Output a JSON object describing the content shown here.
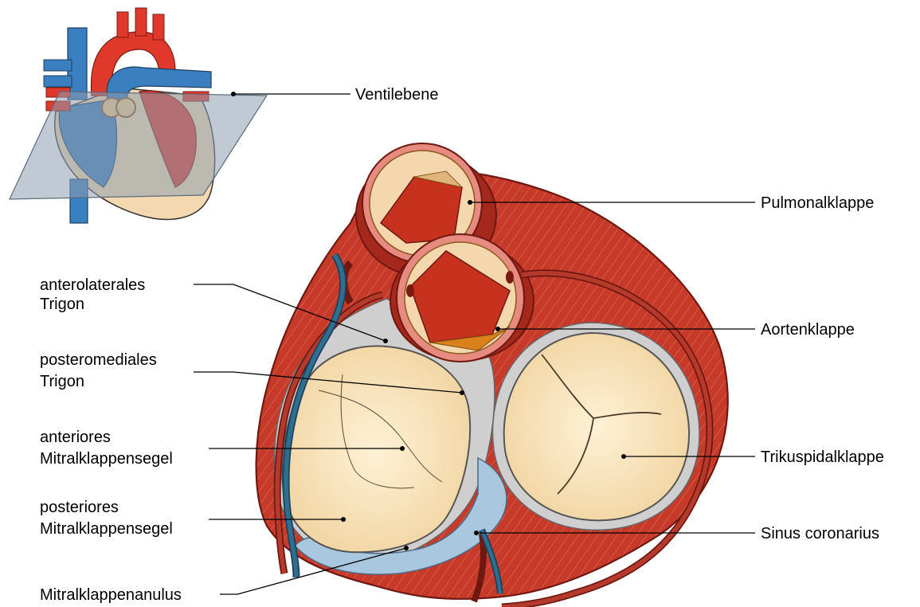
{
  "labels": {
    "ventilebene": "Ventilebene",
    "pulmonalklappe": "Pulmonalklappe",
    "aortenklappe": "Aortenklappe",
    "trikuspidalklappe": "Trikuspidalklappe",
    "sinus_coronarius": "Sinus coronarius",
    "anterolaterales_line1": "anterolaterales",
    "anterolaterales_line2": "Trigon",
    "posteromediales_line1": "posteromediales",
    "posteromediales_line2": "Trigon",
    "anteriores_line1": "anteriores",
    "anteriores_line2": "Mitralklappensegel",
    "posteriores_line1": "posteriores",
    "posteriores_line2": "Mitralklappensegel",
    "mitralklappenanulus": "Mitralklappenanulus"
  },
  "colors": {
    "myocardium": "#c0392b",
    "myocardium_dark": "#7a1a12",
    "valve_leaflet": "#f8e1b8",
    "artery_red": "#a5281d",
    "vein_blue": "#2e6f8e",
    "coronary_sinus": "#a9c8e0",
    "fibrous_ring": "#c8c8c8",
    "plane": "#8e9fb0",
    "heart_blue": "#3a7fbf",
    "heart_red": "#e0392b"
  }
}
